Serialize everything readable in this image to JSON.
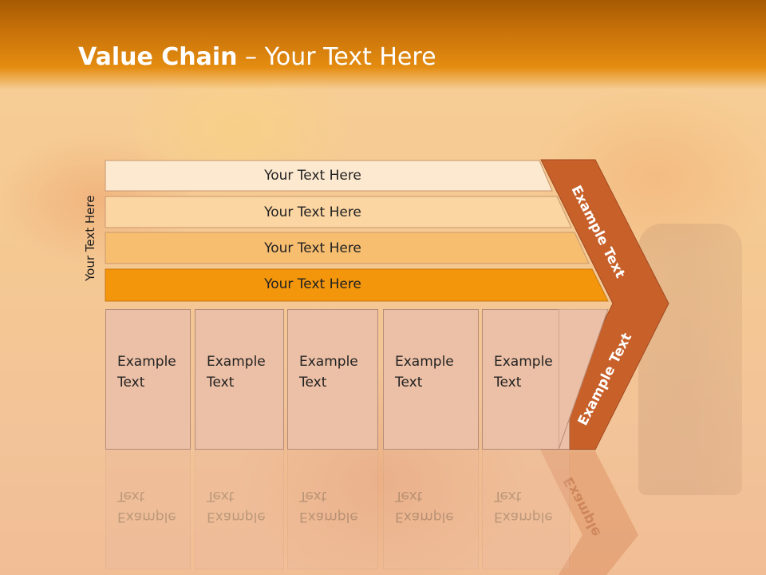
{
  "title": {
    "bold": "Value Chain",
    "rest": " – Your Text Here"
  },
  "side_label": "Your Text Here",
  "rows": [
    {
      "label": "Your Text Here",
      "color": "#fde9d0"
    },
    {
      "label": "Your Text Here",
      "color": "#fbd5a2"
    },
    {
      "label": "Your Text Here",
      "color": "#f8be70"
    },
    {
      "label": "Your Text Here",
      "color": "#f4960c"
    }
  ],
  "columns": [
    {
      "line1": "Example",
      "line2": "Text"
    },
    {
      "line1": "Example",
      "line2": "Text"
    },
    {
      "line1": "Example",
      "line2": "Text"
    },
    {
      "line1": "Example",
      "line2": "Text"
    },
    {
      "line1": "Example",
      "line2": "Text"
    }
  ],
  "chevron": {
    "top_label": "Example Text",
    "bottom_label": "Example Text",
    "color": "#c8602a"
  }
}
